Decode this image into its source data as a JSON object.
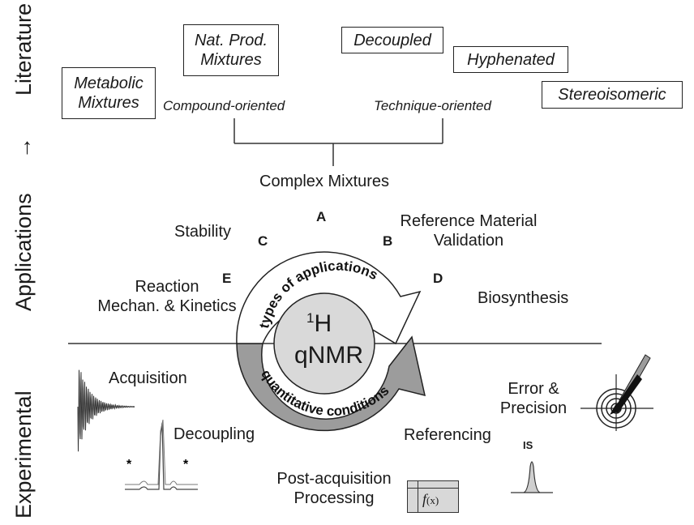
{
  "sidebar": {
    "literature": "Literature",
    "arrow": "→",
    "applications": "Applications",
    "experimental": "Experimental"
  },
  "literature": {
    "metabolic": [
      "Metabolic",
      "Mixtures"
    ],
    "nat_prod": [
      "Nat. Prod.",
      "Mixtures"
    ],
    "decoupled": "Decoupled",
    "hyphenated": "Hyphenated",
    "stereoisomeric": "Stereoisomeric",
    "compound_oriented": "Compound-oriented",
    "technique_oriented": "Technique-oriented",
    "complex_mixtures": "Complex Mixtures"
  },
  "applications": {
    "letters": {
      "A": "A",
      "B": "B",
      "C": "C",
      "D": "D",
      "E": "E"
    },
    "stability": "Stability",
    "reference": [
      "Reference Material",
      "Validation"
    ],
    "reaction": [
      "Reaction",
      "Mechan. & Kinetics"
    ],
    "biosynthesis": "Biosynthesis"
  },
  "center": {
    "sup": "1",
    "h": "H",
    "qnmr": "qNMR",
    "arc_top": "types of applications",
    "arc_bottom": "quantitative conditions"
  },
  "experimental": {
    "acquisition": "Acquisition",
    "decoupling": "Decoupling",
    "post_acq": [
      "Post-acquisition",
      "Processing"
    ],
    "referencing": "Referencing",
    "error": [
      "Error &",
      "Precision"
    ],
    "is_label": "IS",
    "star": "*",
    "fx": "f",
    "fx_arg": "(x)"
  },
  "colors": {
    "circle_fill": "#d9d9d9",
    "arrow_gray": "#9c9c9c",
    "line": "#333333"
  }
}
